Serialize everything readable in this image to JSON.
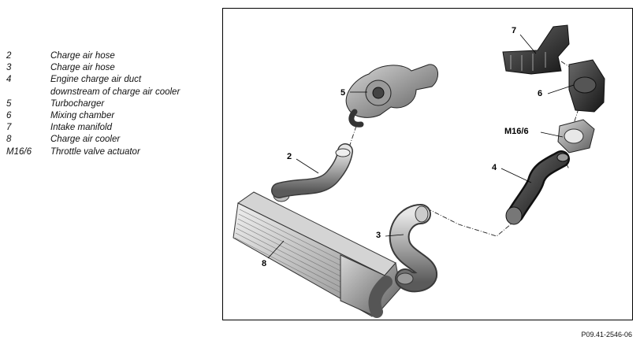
{
  "legend": [
    {
      "key": "2",
      "lines": [
        "Charge air hose"
      ]
    },
    {
      "key": "3",
      "lines": [
        "Charge air hose"
      ]
    },
    {
      "key": "4",
      "lines": [
        "Engine charge air duct",
        "downstream of charge air cooler"
      ]
    },
    {
      "key": "5",
      "lines": [
        "Turbocharger"
      ]
    },
    {
      "key": "6",
      "lines": [
        "Mixing chamber"
      ]
    },
    {
      "key": "7",
      "lines": [
        "Intake manifold"
      ]
    },
    {
      "key": "8",
      "lines": [
        "Charge air cooler"
      ]
    },
    {
      "key": "M16/6",
      "lines": [
        "Throttle valve actuator"
      ]
    }
  ],
  "callouts": {
    "c2": "2",
    "c3": "3",
    "c4": "4",
    "c5": "5",
    "c6": "6",
    "c7": "7",
    "c8": "8",
    "cM": "M16/6"
  },
  "reference": "P09.41-2546-06"
}
